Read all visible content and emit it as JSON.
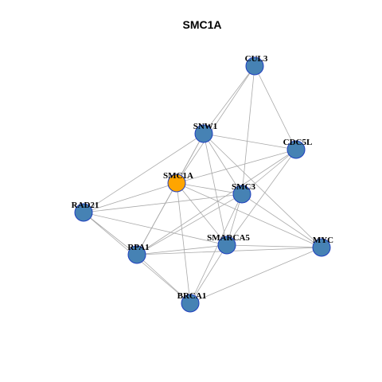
{
  "title": "SMC1A",
  "colors": {
    "node_default": "#4682b4",
    "node_focus": "#ffa500",
    "node_border": "#1f3fbf",
    "edge": "#a9a9a9"
  },
  "nodes": [
    {
      "id": "CUL3",
      "label": "CUL3",
      "focus": false
    },
    {
      "id": "SNW1",
      "label": "SNW1",
      "focus": false
    },
    {
      "id": "CDC5L",
      "label": "CDC5L",
      "focus": false
    },
    {
      "id": "SMC1A",
      "label": "SMC1A",
      "focus": true
    },
    {
      "id": "SMC3",
      "label": "SMC3",
      "focus": false
    },
    {
      "id": "RAD21",
      "label": "RAD21",
      "focus": false
    },
    {
      "id": "SMARCA5",
      "label": "SMARCA5",
      "focus": false
    },
    {
      "id": "MYC",
      "label": "MYC",
      "focus": false
    },
    {
      "id": "RPA1",
      "label": "RPA1",
      "focus": false
    },
    {
      "id": "BRCA1",
      "label": "BRCA1",
      "focus": false
    }
  ],
  "edges": [
    [
      "CUL3",
      "SNW1"
    ],
    [
      "CUL3",
      "CDC5L"
    ],
    [
      "CUL3",
      "SMC3"
    ],
    [
      "CUL3",
      "SMC1A"
    ],
    [
      "SNW1",
      "CDC5L"
    ],
    [
      "SNW1",
      "SMC3"
    ],
    [
      "SNW1",
      "SMC1A"
    ],
    [
      "SNW1",
      "RAD21"
    ],
    [
      "SNW1",
      "SMARCA5"
    ],
    [
      "SNW1",
      "MYC"
    ],
    [
      "SNW1",
      "RPA1"
    ],
    [
      "CDC5L",
      "SMC3"
    ],
    [
      "CDC5L",
      "SMC1A"
    ],
    [
      "CDC5L",
      "SMARCA5"
    ],
    [
      "CDC5L",
      "RPA1"
    ],
    [
      "SMC1A",
      "SMC3"
    ],
    [
      "SMC1A",
      "RAD21"
    ],
    [
      "SMC1A",
      "RPA1"
    ],
    [
      "SMC1A",
      "BRCA1"
    ],
    [
      "SMC1A",
      "SMARCA5"
    ],
    [
      "SMC1A",
      "MYC"
    ],
    [
      "SMC3",
      "RAD21"
    ],
    [
      "SMC3",
      "SMARCA5"
    ],
    [
      "SMC3",
      "RPA1"
    ],
    [
      "SMC3",
      "MYC"
    ],
    [
      "SMC3",
      "BRCA1"
    ],
    [
      "RAD21",
      "RPA1"
    ],
    [
      "RAD21",
      "BRCA1"
    ],
    [
      "RAD21",
      "SMARCA5"
    ],
    [
      "RPA1",
      "SMARCA5"
    ],
    [
      "RPA1",
      "BRCA1"
    ],
    [
      "RPA1",
      "MYC"
    ],
    [
      "SMARCA5",
      "MYC"
    ],
    [
      "SMARCA5",
      "BRCA1"
    ],
    [
      "BRCA1",
      "MYC"
    ]
  ]
}
